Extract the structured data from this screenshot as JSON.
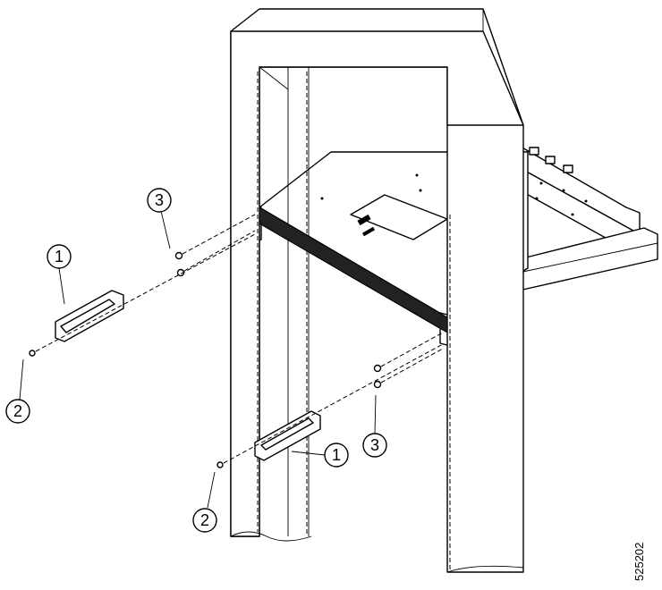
{
  "callouts": {
    "bracket_left": "1",
    "screw_left": "2",
    "screws_top": "3",
    "bracket_right": "1",
    "screw_bottom": "2",
    "screws_right": "3"
  },
  "figure_number": "525202"
}
